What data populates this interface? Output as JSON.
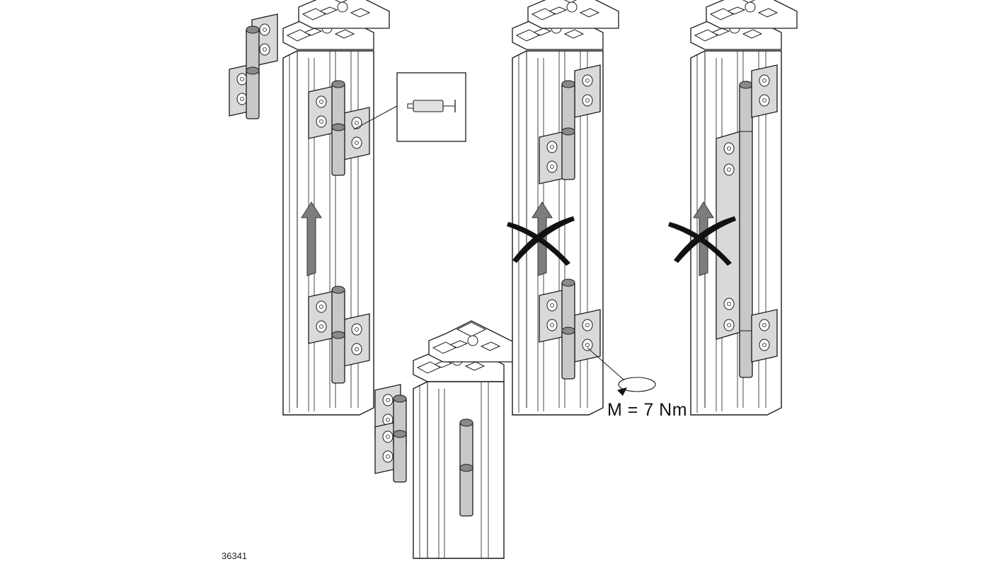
{
  "figure": {
    "number": "36341",
    "torque_label": "M = 7 Nm"
  },
  "colors": {
    "line": "#1a1a1a",
    "profile_fill": "#ffffff",
    "hinge_leaf": "#d9d9d9",
    "hinge_pin": "#c8c8c8",
    "pin_cap": "#8a8a8a",
    "arrow": "#7d7d7d",
    "cross": "#111111"
  },
  "panels": [
    {
      "name": "assembly-step-correct",
      "status": "allowed"
    },
    {
      "name": "assembly-step-insert",
      "status": "allowed"
    },
    {
      "name": "assembly-step-wrong-direction",
      "status": "not-allowed"
    },
    {
      "name": "assembly-step-wrong-single-leaf",
      "status": "not-allowed"
    }
  ],
  "icons": [
    "hinge-icon",
    "aluminium-profile-icon",
    "slide-arrow-icon",
    "cross-out-icon",
    "torque-rotation-icon",
    "screw-detail-icon"
  ]
}
